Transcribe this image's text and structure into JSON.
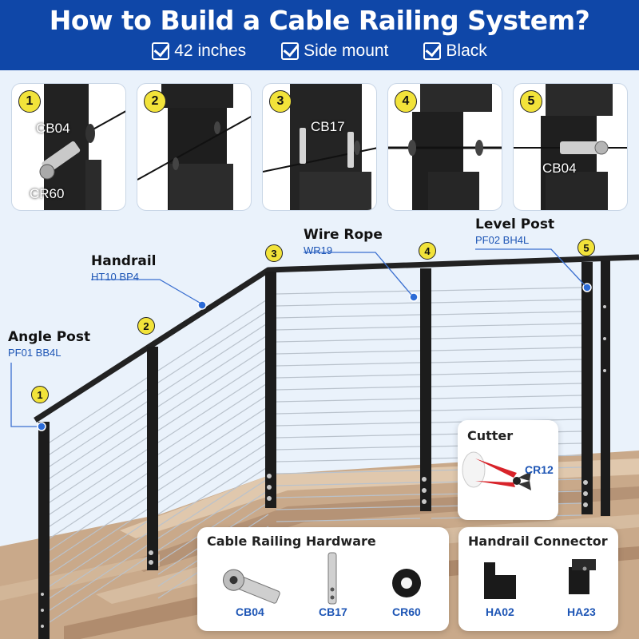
{
  "header": {
    "title": "How to Build a Cable Railing System?",
    "features": [
      "42 inches",
      "Side mount",
      "Black"
    ]
  },
  "steps": [
    {
      "number": "1",
      "labels": [
        "CB04",
        "CR60"
      ]
    },
    {
      "number": "2",
      "labels": []
    },
    {
      "number": "3",
      "labels": [
        "CB17"
      ]
    },
    {
      "number": "4",
      "labels": []
    },
    {
      "number": "5",
      "labels": [
        "CB04"
      ]
    }
  ],
  "callouts": {
    "angle_post": {
      "title": "Angle Post",
      "code": "PF01 BB4L"
    },
    "handrail": {
      "title": "Handrail",
      "code": "HT10 BP4"
    },
    "wire_rope": {
      "title": "Wire Rope",
      "code": "WR19"
    },
    "level_post": {
      "title": "Level Post",
      "code": "PF02 BH4L"
    }
  },
  "post_numbers": [
    "1",
    "2",
    "3",
    "4",
    "5"
  ],
  "cutter": {
    "title": "Cutter",
    "code": "CR12"
  },
  "hardware": {
    "title": "Cable Railing Hardware",
    "items": [
      "CB04",
      "CB17",
      "CR60"
    ]
  },
  "connector": {
    "title": "Handrail Connector",
    "items": [
      "HA02",
      "HA23"
    ]
  },
  "colors": {
    "banner": "#0f47a8",
    "accent_blue": "#1d55b5",
    "step_yellow": "#f2e33a",
    "post": "#1c1c1c"
  }
}
